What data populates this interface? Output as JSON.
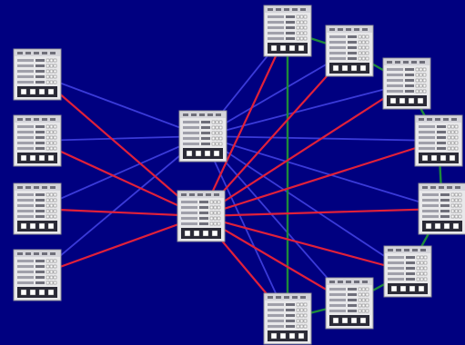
{
  "diagram": {
    "background_color": "#000080",
    "link_colors": {
      "blue": "#3a3ad8",
      "red": "#e0203a",
      "green": "#1e8a3a"
    },
    "node_icon": "network-switch-icon",
    "nodes": [
      {
        "id": "L1"
      },
      {
        "id": "L2"
      },
      {
        "id": "L3"
      },
      {
        "id": "L4"
      },
      {
        "id": "C1"
      },
      {
        "id": "C2"
      },
      {
        "id": "R1"
      },
      {
        "id": "R2"
      },
      {
        "id": "R3"
      },
      {
        "id": "R4"
      },
      {
        "id": "R5"
      },
      {
        "id": "R6"
      },
      {
        "id": "R7"
      },
      {
        "id": "R8"
      }
    ],
    "links": [
      {
        "from": "L1",
        "to": "C1",
        "color": "blue"
      },
      {
        "from": "L2",
        "to": "C1",
        "color": "blue"
      },
      {
        "from": "L3",
        "to": "C1",
        "color": "blue"
      },
      {
        "from": "L4",
        "to": "C1",
        "color": "blue"
      },
      {
        "from": "L1",
        "to": "C2",
        "color": "red"
      },
      {
        "from": "L2",
        "to": "C2",
        "color": "red"
      },
      {
        "from": "L3",
        "to": "C2",
        "color": "red"
      },
      {
        "from": "L4",
        "to": "C2",
        "color": "red"
      },
      {
        "from": "C1",
        "to": "R1",
        "color": "blue"
      },
      {
        "from": "C1",
        "to": "R2",
        "color": "blue"
      },
      {
        "from": "C1",
        "to": "R3",
        "color": "blue"
      },
      {
        "from": "C1",
        "to": "R4",
        "color": "blue"
      },
      {
        "from": "C1",
        "to": "R5",
        "color": "blue"
      },
      {
        "from": "C1",
        "to": "R6",
        "color": "blue"
      },
      {
        "from": "C1",
        "to": "R7",
        "color": "blue"
      },
      {
        "from": "C1",
        "to": "R8",
        "color": "blue"
      },
      {
        "from": "C2",
        "to": "R1",
        "color": "red"
      },
      {
        "from": "C2",
        "to": "R2",
        "color": "red"
      },
      {
        "from": "C2",
        "to": "R3",
        "color": "red"
      },
      {
        "from": "C2",
        "to": "R4",
        "color": "red"
      },
      {
        "from": "C2",
        "to": "R5",
        "color": "red"
      },
      {
        "from": "C2",
        "to": "R6",
        "color": "red"
      },
      {
        "from": "C2",
        "to": "R7",
        "color": "red"
      },
      {
        "from": "C2",
        "to": "R8",
        "color": "red"
      },
      {
        "from": "R1",
        "to": "R8",
        "color": "green"
      },
      {
        "from": "R1",
        "to": "R2",
        "color": "green"
      },
      {
        "from": "R2",
        "to": "R3",
        "color": "green"
      },
      {
        "from": "R3",
        "to": "R4",
        "color": "green"
      },
      {
        "from": "R4",
        "to": "R5",
        "color": "green"
      },
      {
        "from": "R5",
        "to": "R6",
        "color": "green"
      },
      {
        "from": "R6",
        "to": "R7",
        "color": "green"
      },
      {
        "from": "R7",
        "to": "R8",
        "color": "green"
      }
    ]
  }
}
